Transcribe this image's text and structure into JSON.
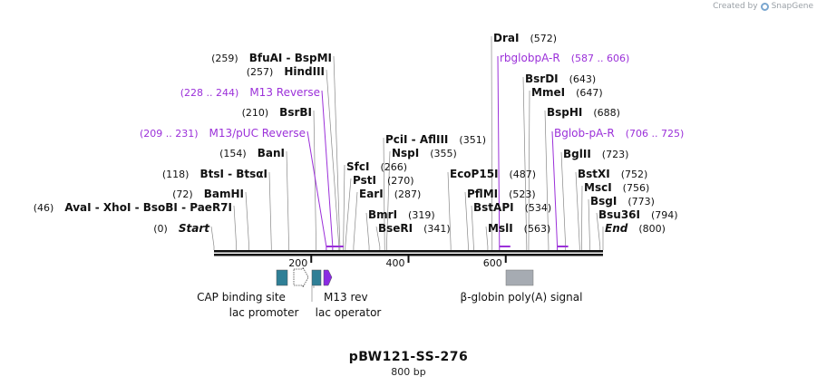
{
  "credit": {
    "prefix": "Created by",
    "brand": "SnapGene"
  },
  "plasmid": {
    "name": "pBW121-SS-276",
    "length_label": "800 bp",
    "length": 800
  },
  "colors": {
    "primer": "#9b30d9",
    "line": "#888888",
    "teal": "#2f7f96",
    "purple": "#8a2be2",
    "gray_feature": "#a6abb2"
  },
  "labels": [
    {
      "name": "DraI",
      "pos": "(572)",
      "bp": 572
    },
    {
      "name": "rbglobpA-R",
      "pos": "(587 .. 606)",
      "bp": 587,
      "kind": "primer"
    },
    {
      "name": "BsrDI",
      "pos": "(643)",
      "bp": 643
    },
    {
      "name": "MmeI",
      "pos": "(647)",
      "bp": 647
    },
    {
      "name": "BspHI",
      "pos": "(688)",
      "bp": 688
    },
    {
      "name": "Bglob-pA-R",
      "pos": "(706 .. 725)",
      "bp": 706,
      "kind": "primer"
    },
    {
      "name": "BglII",
      "pos": "(723)",
      "bp": 723
    },
    {
      "name": "BstXI",
      "pos": "(752)",
      "bp": 752
    },
    {
      "name": "MscI",
      "pos": "(756)",
      "bp": 756
    },
    {
      "name": "BsgI",
      "pos": "(773)",
      "bp": 773
    },
    {
      "name": "Bsu36I",
      "pos": "(794)",
      "bp": 794
    },
    {
      "name": "End",
      "pos": "(800)",
      "bp": 800,
      "italic": true
    },
    {
      "name": "PciI  -  AflIII",
      "pos": "(351)",
      "bp": 351
    },
    {
      "name": "NspI",
      "pos": "(355)",
      "bp": 355
    },
    {
      "name": "SfcI",
      "pos": "(266)",
      "bp": 266
    },
    {
      "name": "PstI",
      "pos": "(270)",
      "bp": 270
    },
    {
      "name": "EarI",
      "pos": "(287)",
      "bp": 287
    },
    {
      "name": "BmrI",
      "pos": "(319)",
      "bp": 319
    },
    {
      "name": "BseRI",
      "pos": "(341)",
      "bp": 341
    },
    {
      "name": "EcoP15I",
      "pos": "(487)",
      "bp": 487
    },
    {
      "name": "PflMI",
      "pos": "(523)",
      "bp": 523
    },
    {
      "name": "BstAPI",
      "pos": "(534)",
      "bp": 534
    },
    {
      "name": "MslI",
      "pos": "(563)",
      "bp": 563
    },
    {
      "name": "BfuAI  -  BspMI",
      "pos": "(259)",
      "bp": 259
    },
    {
      "name": "HindIII",
      "pos": "(257)",
      "bp": 257
    },
    {
      "name": "M13 Reverse",
      "pos": "(228 .. 244)",
      "bp": 244,
      "kind": "primer"
    },
    {
      "name": "BsrBI",
      "pos": "(210)",
      "bp": 210
    },
    {
      "name": "M13/pUC Reverse",
      "pos": "(209 .. 231)",
      "bp": 231,
      "kind": "primer"
    },
    {
      "name": "BanI",
      "pos": "(154)",
      "bp": 154
    },
    {
      "name": "BtsI  -  BtsαI",
      "pos": "(118)",
      "bp": 118
    },
    {
      "name": "BamHI",
      "pos": "(72)",
      "bp": 72
    },
    {
      "name": "AvaI  -  XhoI  -  BsoBI  -  PaeR7I",
      "pos": "(46)",
      "bp": 46
    },
    {
      "name": "Start",
      "pos": "(0)",
      "bp": 0,
      "italic": true
    }
  ],
  "ticks": [
    {
      "label": "200",
      "bp": 200
    },
    {
      "label": "400",
      "bp": 400
    },
    {
      "label": "600",
      "bp": 600
    }
  ],
  "features": [
    {
      "name": "CAP binding site",
      "type": "teal-box"
    },
    {
      "name": "lac promoter",
      "type": "outline-arrow"
    },
    {
      "name": "lac operator",
      "type": "teal-box"
    },
    {
      "name": "M13 rev",
      "type": "purple-arrow"
    },
    {
      "name": "β-globin poly(A) signal",
      "type": "gray-box"
    }
  ]
}
